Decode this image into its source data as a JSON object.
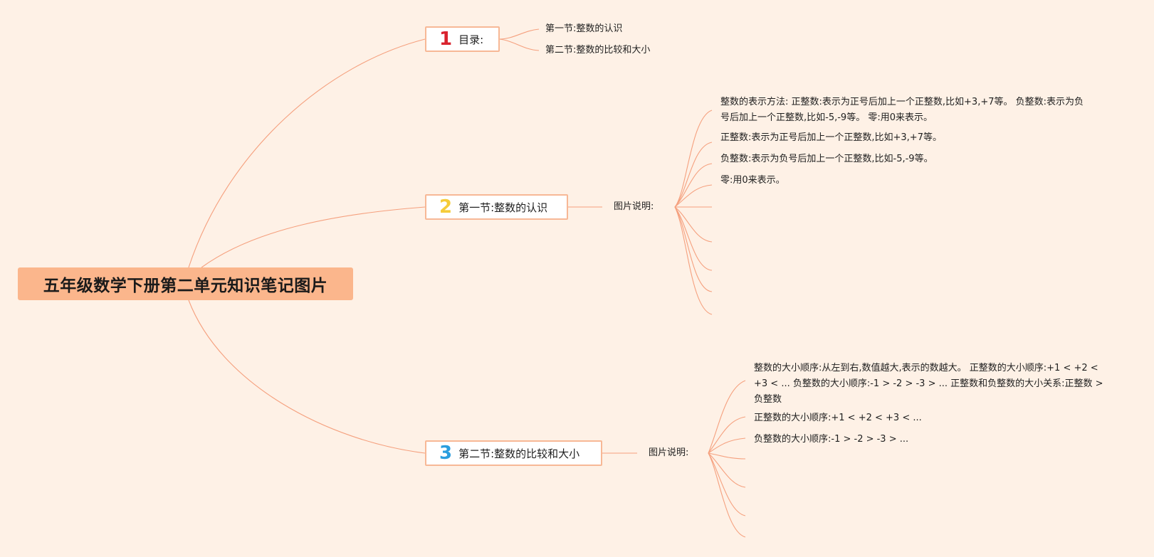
{
  "root": {
    "title": "五年级数学下册第二单元知识笔记图片"
  },
  "sections": [
    {
      "number": "1",
      "title": "目录:",
      "number_color": "#d9232e",
      "children": [
        "第一节:整数的认识",
        "第二节:整数的比较和大小"
      ]
    },
    {
      "number": "2",
      "title": "第一节:整数的认识",
      "number_color": "#f5cc3a",
      "sublabel": "图片说明:",
      "notes": [
        "整数的表示方法: 正整数:表示为正号后加上一个正整数,比如+3,+7等。 负整数:表示为负号后加上一个正整数,比如-5,-9等。 零:用0来表示。",
        "正整数:表示为正号后加上一个正整数,比如+3,+7等。",
        "负整数:表示为负号后加上一个正整数,比如-5,-9等。",
        "零:用0来表示。"
      ]
    },
    {
      "number": "3",
      "title": "第二节:整数的比较和大小",
      "number_color": "#2b9ede",
      "sublabel": "图片说明:",
      "notes": [
        "整数的大小顺序:从左到右,数值越大,表示的数越大。 正整数的大小顺序:+1 < +2 < +3 < ... 负整数的大小顺序:-1 > -2 > -3 > ... 正整数和负整数的大小关系:正整数 > 负整数",
        "正整数的大小顺序:+1 < +2 < +3 < ...",
        "负整数的大小顺序:-1 > -2 > -3 > ..."
      ]
    }
  ]
}
